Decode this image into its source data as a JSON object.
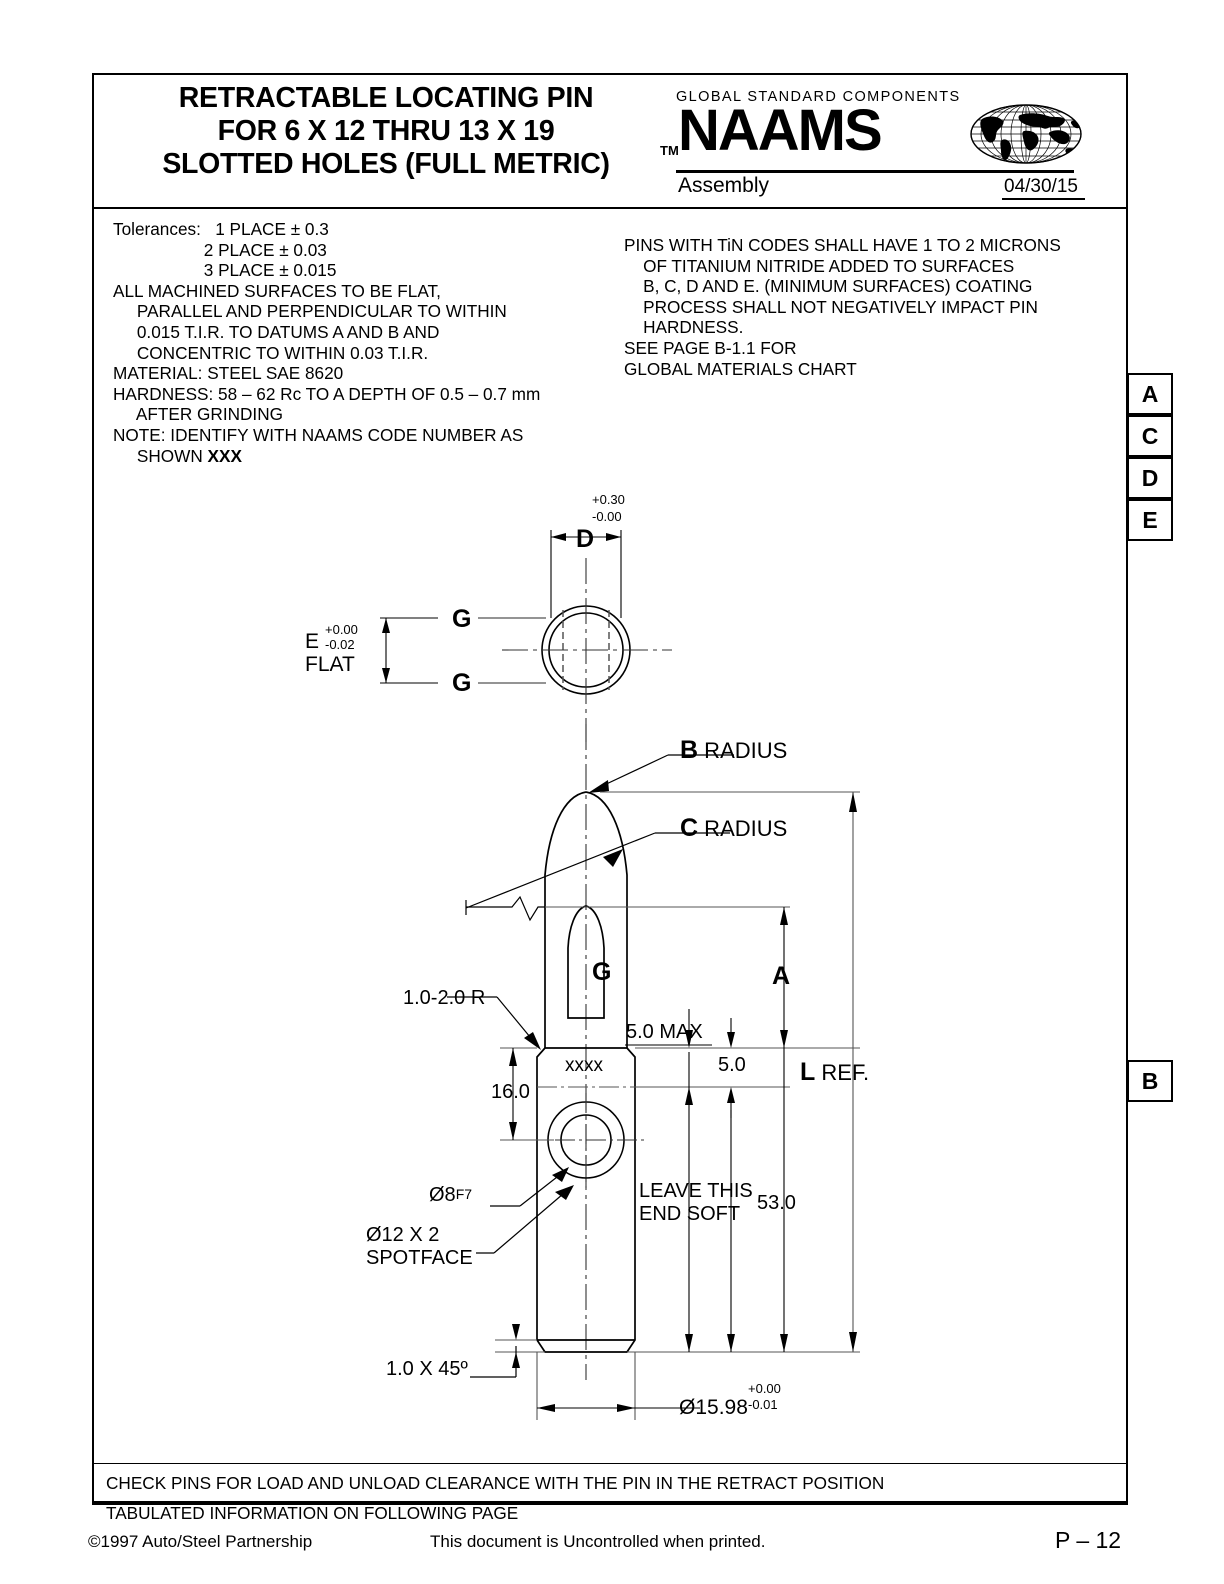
{
  "title": {
    "line1": "RETRACTABLE LOCATING PIN",
    "line2": "FOR 6 X 12 THRU 13 X 19",
    "line3": "SLOTTED HOLES (FULL METRIC)"
  },
  "brand": {
    "tagline": "GLOBAL STANDARD COMPONENTS",
    "name": "NAAMS",
    "tm": "TM",
    "subtitle": "Assembly",
    "date": "04/30/15"
  },
  "notes": {
    "left": "Tolerances:   1 PLACE ± 0.3\n                   2 PLACE ± 0.03\n                   3 PLACE ± 0.015\nALL MACHINED SURFACES TO BE FLAT,\n     PARALLEL AND PERPENDICULAR TO WITHIN\n     0.015 T.I.R. TO DATUMS A AND B AND\n     CONCENTRIC TO WITHIN 0.03 T.I.R.\nMATERIAL: STEEL SAE 8620\nHARDNESS: 58 – 62 Rc TO A DEPTH OF 0.5 – 0.7 mm\n     AFTER GRINDING\nNOTE: IDENTIFY WITH NAAMS CODE NUMBER AS\n     SHOWN ",
    "left_bold_tail": "XXX",
    "right": "PINS WITH TiN CODES SHALL HAVE 1 TO 2 MICRONS\n    OF TITANIUM NITRIDE ADDED TO SURFACES\n    B, C, D AND E. (MINIMUM SURFACES) COATING\n    PROCESS SHALL NOT NEGATIVELY IMPACT PIN\n    HARDNESS.\nSEE PAGE B-1.1 FOR\nGLOBAL MATERIALS CHART"
  },
  "datum_tabs": {
    "upper": [
      "A",
      "C",
      "D",
      "E"
    ],
    "lower": [
      "B"
    ]
  },
  "drawing": {
    "top_view": {
      "d_tol_upper": "+0.30",
      "d_tol_lower": "-0.00",
      "d_label": "D",
      "g_upper": "G",
      "g_lower": "G",
      "e_label": "E",
      "e_tol_upper": "+0.00",
      "e_tol_lower": "-0.02",
      "flat_label": "FLAT"
    },
    "side_view": {
      "b_radius_bold": "B",
      "b_radius_text": " RADIUS",
      "c_radius_bold": "C",
      "c_radius_text": " RADIUS",
      "g_slot": "G",
      "a_dim": "A",
      "l_ref_bold": "L",
      "l_ref_text": " REF.",
      "five_max": "5.0 MAX",
      "five": "5.0",
      "fiftythree": "53.0",
      "sixteen": "16.0",
      "corner_radius": "1.0-2.0 R",
      "marking": "xxxx",
      "hole_dia": "Ø8",
      "hole_fit": "F7",
      "spotface_l1": "Ø12 X 2",
      "spotface_l2": "SPOTFACE",
      "leave_soft_l1": "LEAVE THIS",
      "leave_soft_l2": "END SOFT",
      "chamfer": "1.0 X 45º",
      "outer_dia": "Ø15.98",
      "outer_dia_tol_upper": "+0.00",
      "outer_dia_tol_lower": "-0.01"
    }
  },
  "bottom_notes": {
    "line1": "CHECK PINS FOR LOAD AND UNLOAD CLEARANCE WITH THE PIN IN THE RETRACT POSITION",
    "line2": "TABULATED INFORMATION ON FOLLOWING PAGE"
  },
  "footer": {
    "copyright": "©1997 Auto/Steel Partnership",
    "center": "This document is Uncontrolled when printed.",
    "page": "P – 12"
  },
  "colors": {
    "ink": "#000000",
    "paper": "#ffffff",
    "thin": "#444444"
  }
}
